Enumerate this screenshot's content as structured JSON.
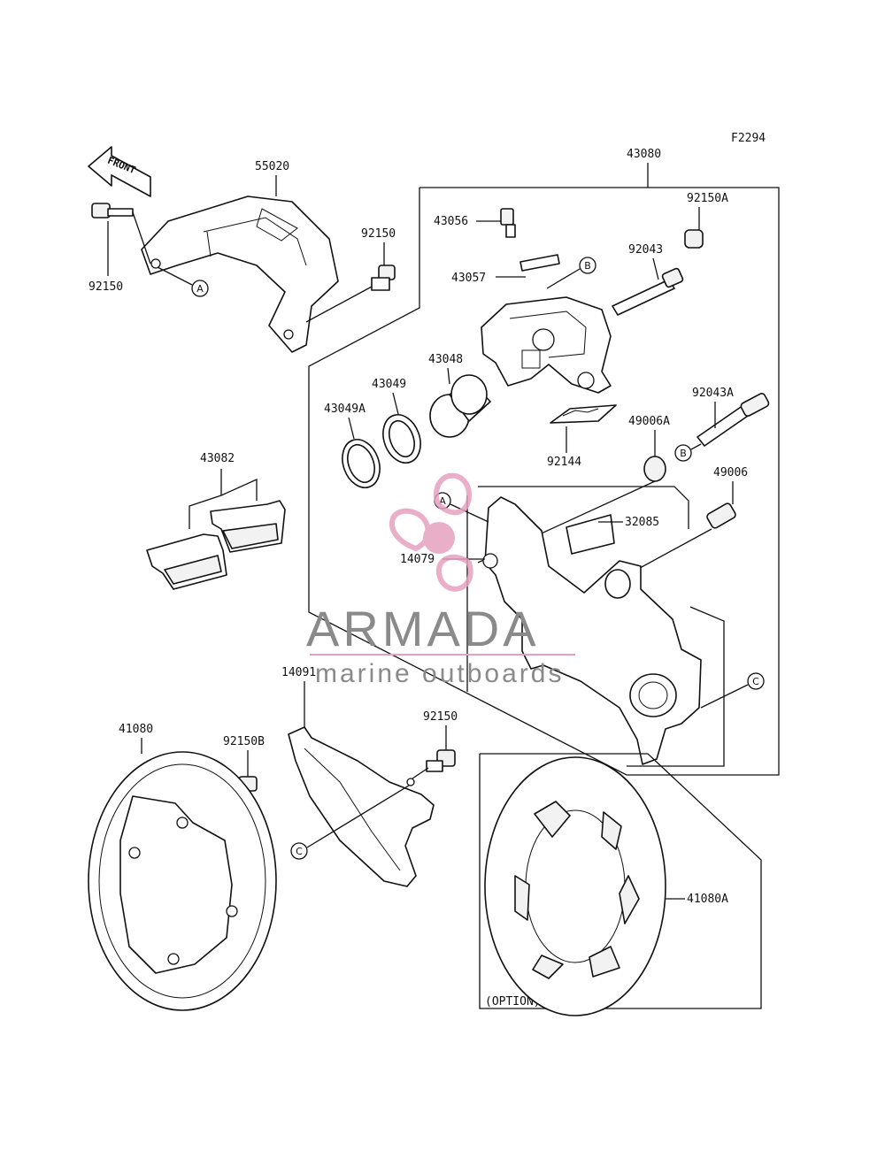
{
  "figure_code": "F2294",
  "front_label": "FRONT",
  "option_label": "(OPTION)",
  "watermark": {
    "brand": "ARMADA",
    "tagline": "marine outboards",
    "logo_color": "#e6a0bf",
    "text_color": "#8a8a8a"
  },
  "parts": {
    "p55020": "55020",
    "p43080": "43080",
    "p92150_left": "92150",
    "p92150_mid": "92150",
    "p92150_bottom": "92150",
    "p92150A": "92150A",
    "p43056": "43056",
    "p92043": "92043",
    "p43057": "43057",
    "p43048": "43048",
    "p43049": "43049",
    "p43049A": "43049A",
    "p92043A": "92043A",
    "p49006A": "49006A",
    "p92144": "92144",
    "p49006": "49006",
    "p43082": "43082",
    "p32085": "32085",
    "p14079": "14079",
    "p14091": "14091",
    "p41080": "41080",
    "p92150B": "92150B",
    "p41080A": "41080A"
  },
  "refs": {
    "A1": "A",
    "A2": "A",
    "B1": "B",
    "B2": "B",
    "C1": "C",
    "C2": "C"
  }
}
